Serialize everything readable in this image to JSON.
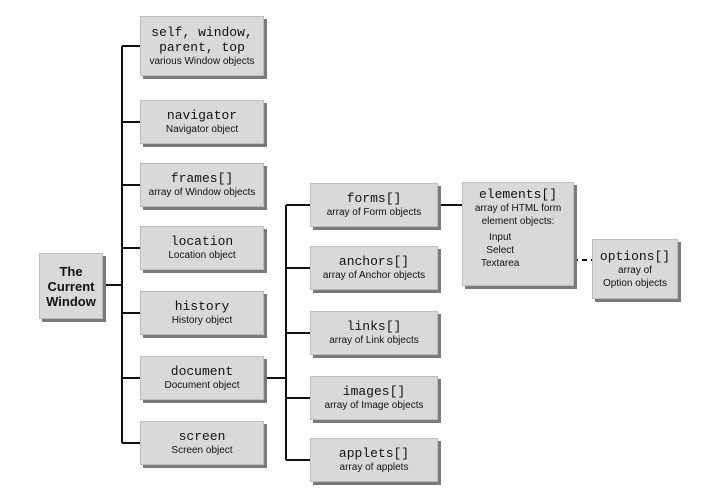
{
  "root": {
    "lines": [
      "The",
      "Current",
      "Window"
    ]
  },
  "window_children": [
    {
      "name": "self, window,\nparent, top",
      "desc": "various Window objects"
    },
    {
      "name": "navigator",
      "desc": "Navigator object"
    },
    {
      "name": "frames[]",
      "desc": "array of Window objects"
    },
    {
      "name": "location",
      "desc": "Location object"
    },
    {
      "name": "history",
      "desc": "History object"
    },
    {
      "name": "document",
      "desc": "Document object"
    },
    {
      "name": "screen",
      "desc": "Screen object"
    }
  ],
  "document_children": [
    {
      "name": "forms[]",
      "desc": "array of Form objects"
    },
    {
      "name": "anchors[]",
      "desc": "array of Anchor objects"
    },
    {
      "name": "links[]",
      "desc": "array of Link objects"
    },
    {
      "name": "images[]",
      "desc": "array of Image objects"
    },
    {
      "name": "applets[]",
      "desc": "array of applets"
    }
  ],
  "elements": {
    "name": "elements[]",
    "desc": "array of HTML form\nelement objects:",
    "items": [
      "Input",
      "Select",
      "Textarea"
    ]
  },
  "options": {
    "name": "options[]",
    "desc": "array of\nOption objects"
  },
  "colors": {
    "box_fill": "#d9d9d9",
    "box_shadow": "#7a7a7a",
    "line": "#111111"
  }
}
